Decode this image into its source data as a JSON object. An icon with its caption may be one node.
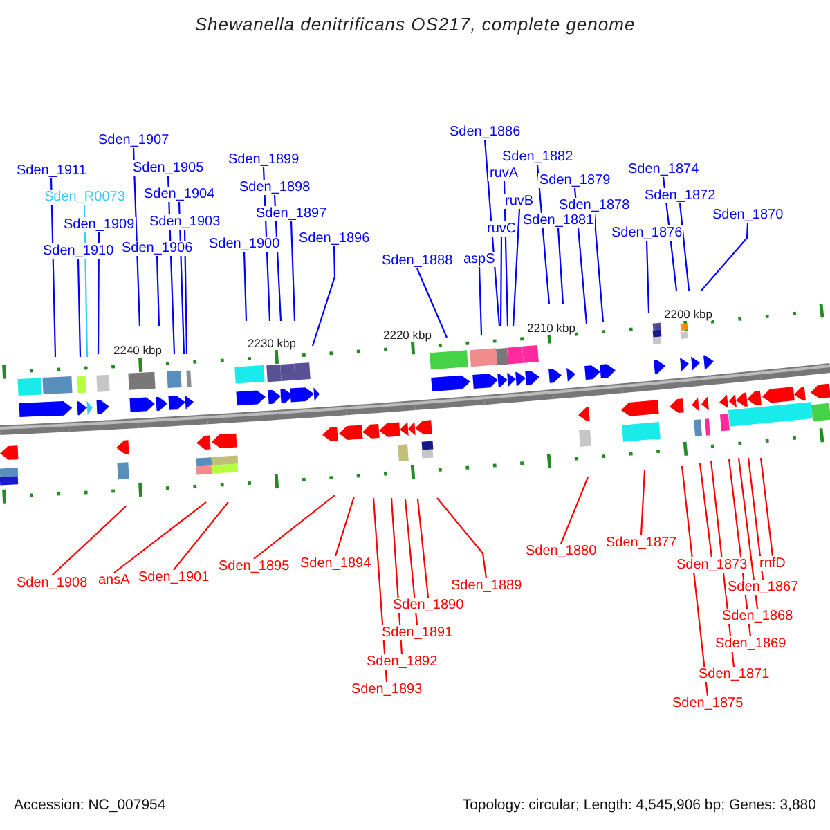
{
  "diagram": {
    "title": "Shewanella denitrificans OS217, complete genome",
    "nodes": [
      {
        "text": [
          "Sden_1907"
        ]
      },
      {
        "text": [
          "Sden_1899"
        ]
      },
      {
        "text": [
          "Sden_1886"
        ]
      },
      {
        "text": [
          "Sden_1882"
        ]
      },
      {
        "text": [
          "Sden_1905"
        ]
      },
      {
        "text": [
          "Sden_1911"
        ]
      },
      {
        "text": [
          "Sden_1874"
        ]
      },
      {
        "text": [
          "ruvA"
        ]
      },
      {
        "text": [
          "Sden_1879"
        ]
      },
      {
        "text": [
          "Sden_1898"
        ]
      },
      {
        "text": [
          "Sden_1904"
        ]
      },
      {
        "text": [
          "Sden_R0073"
        ]
      },
      {
        "text": [
          "ruvB"
        ]
      },
      {
        "text": [
          "Sden_1878"
        ]
      },
      {
        "text": [
          "Sden_1872"
        ]
      },
      {
        "text": [
          "Sden_1897"
        ]
      },
      {
        "text": [
          "Sden_1870"
        ]
      },
      {
        "text": [
          "Sden_1881"
        ]
      },
      {
        "text": [
          "Sden_1903"
        ]
      },
      {
        "text": [
          "Sden_1909"
        ]
      },
      {
        "text": [
          "ruvC"
        ]
      },
      {
        "text": [
          "Sden_1876"
        ]
      },
      {
        "text": [
          "Sden_1896"
        ]
      },
      {
        "text": [
          "Sden_1900"
        ]
      },
      {
        "text": [
          "Sden_1906"
        ]
      },
      {
        "text": [
          "Sden_1910"
        ]
      },
      {
        "text": [
          "aspS"
        ]
      },
      {
        "text": [
          "Sden_1888"
        ]
      },
      {
        "text": [
          "Sden_1877"
        ]
      },
      {
        "text": [
          "Sden_1880"
        ]
      },
      {
        "text": [
          "rnfD"
        ]
      },
      {
        "text": [
          "Sden_1894"
        ]
      },
      {
        "text": [
          "Sden_1873"
        ]
      },
      {
        "text": [
          "Sden_1895"
        ]
      },
      {
        "text": [
          "Sden_1901"
        ]
      },
      {
        "text": [
          "ansA"
        ]
      },
      {
        "text": [
          "Sden_1908"
        ]
      },
      {
        "text": [
          "Sden_1889"
        ]
      },
      {
        "text": [
          "Sden_1867"
        ]
      },
      {
        "text": [
          "Sden_1890"
        ]
      },
      {
        "text": [
          "Sden_1868"
        ]
      },
      {
        "text": [
          "Sden_1891"
        ]
      },
      {
        "text": [
          "Sden_1869"
        ]
      },
      {
        "text": [
          "Sden_1892"
        ]
      },
      {
        "text": [
          "Sden_1871"
        ]
      },
      {
        "text": [
          "Sden_1893"
        ]
      },
      {
        "text": [
          "Sden_1875"
        ]
      }
    ],
    "edges": [
      {
        "from": 0,
        "to": null,
        "arrow": "none"
      },
      {
        "from": 1,
        "to": null,
        "arrow": "none"
      },
      {
        "from": 2,
        "to": null,
        "arrow": "none"
      },
      {
        "from": 3,
        "to": null,
        "arrow": "none"
      },
      {
        "from": 4,
        "to": null,
        "arrow": "none"
      },
      {
        "from": 5,
        "to": null,
        "arrow": "none"
      },
      {
        "from": 6,
        "to": null,
        "arrow": "none"
      },
      {
        "from": 7,
        "to": null,
        "arrow": "none"
      },
      {
        "from": 8,
        "to": null,
        "arrow": "none"
      },
      {
        "from": 9,
        "to": null,
        "arrow": "none"
      },
      {
        "from": 10,
        "to": null,
        "arrow": "none"
      },
      {
        "from": 11,
        "to": null,
        "arrow": "none",
        "color": "#33ccff"
      },
      {
        "from": 12,
        "to": null,
        "arrow": "none"
      },
      {
        "from": 13,
        "to": null,
        "arrow": "none"
      },
      {
        "from": 14,
        "to": null,
        "arrow": "none"
      },
      {
        "from": 15,
        "to": null,
        "arrow": "none"
      },
      {
        "from": 16,
        "to": null,
        "arrow": "none"
      },
      {
        "from": 17,
        "to": null,
        "arrow": "none"
      },
      {
        "from": 18,
        "to": null,
        "arrow": "none"
      },
      {
        "from": 19,
        "to": null,
        "arrow": "none"
      },
      {
        "from": 20,
        "to": null,
        "arrow": "none"
      },
      {
        "from": 21,
        "to": null,
        "arrow": "none"
      },
      {
        "from": 22,
        "to": null,
        "arrow": "none"
      },
      {
        "from": 23,
        "to": null,
        "arrow": "none"
      },
      {
        "from": 24,
        "to": null,
        "arrow": "none"
      },
      {
        "from": 25,
        "to": null,
        "arrow": "none"
      },
      {
        "from": 26,
        "to": null,
        "arrow": "none"
      },
      {
        "from": 27,
        "to": null,
        "arrow": "none"
      },
      {
        "from": 28,
        "to": null,
        "arrow": "none",
        "color": "#ff0000"
      },
      {
        "from": 29,
        "to": null,
        "arrow": "none",
        "color": "#ff0000"
      },
      {
        "from": 30,
        "to": null,
        "arrow": "none",
        "color": "#ff0000"
      },
      {
        "from": 31,
        "to": null,
        "arrow": "none",
        "color": "#ff0000"
      },
      {
        "from": 32,
        "to": null,
        "arrow": "none",
        "color": "#ff0000"
      },
      {
        "from": 33,
        "to": null,
        "arrow": "none",
        "color": "#ff0000"
      },
      {
        "from": 34,
        "to": null,
        "arrow": "none",
        "color": "#ff0000"
      },
      {
        "from": 35,
        "to": null,
        "arrow": "none",
        "color": "#ff0000"
      },
      {
        "from": 36,
        "to": null,
        "arrow": "none",
        "color": "#ff0000"
      },
      {
        "from": 37,
        "to": null,
        "arrow": "none",
        "color": "#ff0000"
      },
      {
        "from": 38,
        "to": null,
        "arrow": "none",
        "color": "#ff0000"
      },
      {
        "from": 39,
        "to": null,
        "arrow": "none",
        "color": "#ff0000"
      },
      {
        "from": 40,
        "to": null,
        "arrow": "none",
        "color": "#ff0000"
      },
      {
        "from": 41,
        "to": null,
        "arrow": "none",
        "color": "#ff0000"
      },
      {
        "from": 42,
        "to": null,
        "arrow": "none",
        "color": "#ff0000"
      },
      {
        "from": 43,
        "to": null,
        "arrow": "none",
        "color": "#ff0000"
      },
      {
        "from": 44,
        "to": null,
        "arrow": "none",
        "color": "#ff0000"
      },
      {
        "from": 45,
        "to": null,
        "arrow": "none",
        "color": "#ff0000"
      },
      {
        "from": 46,
        "to": null,
        "arrow": "none",
        "color": "#ff0000"
      }
    ],
    "labels": [
      "2240 kbp",
      "2230 kbp",
      "2220 kbp",
      "2210 kbp",
      "2200 kbp",
      "Accession: NC_007954",
      "Topology: circular; Length: 4,545,906 bp; Genes: 3,880"
    ]
  }
}
